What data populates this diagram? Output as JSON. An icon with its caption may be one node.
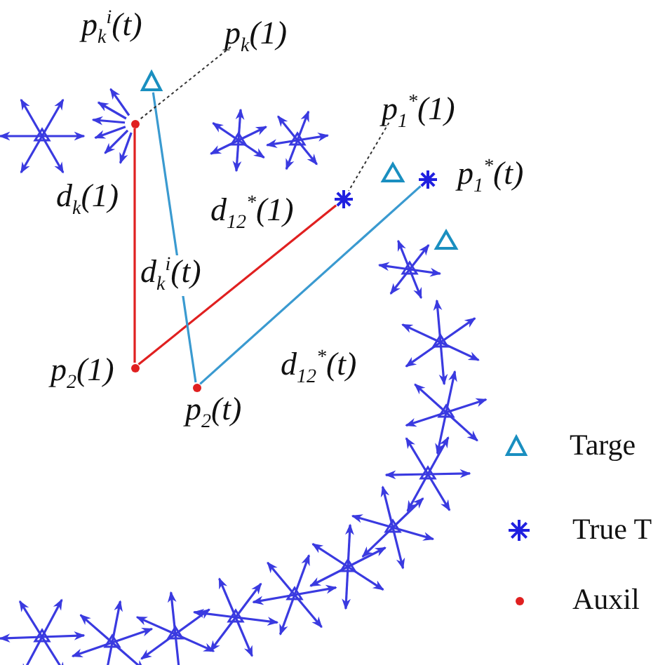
{
  "diagram": {
    "nodes": [
      {
        "text": [],
        "shape": "triangle",
        "beside": [
          "p$_{k}$$^{i}$(t)"
        ]
      },
      {
        "text": [],
        "shape": "dot"
      },
      {
        "text": [
          "p$_{k}$(1)"
        ]
      },
      {
        "text": [],
        "shape": "dot",
        "beside": [
          "p$_{2}$(1)"
        ]
      },
      {
        "text": [],
        "shape": "dot",
        "beside": [
          "p$_{2}$(t)"
        ]
      },
      {
        "text": [],
        "shape": "star"
      },
      {
        "text": [
          "p$_{1}$$^{*}$(1)"
        ]
      },
      {
        "text": [],
        "shape": "star",
        "beside": [
          "p$_{1}$$^{*}$(t)"
        ]
      }
    ],
    "edges": [
      {
        "from": 1,
        "to": 3,
        "arrow": "none",
        "label": "d$_{k}$(1)",
        "color": "#e02020"
      },
      {
        "from": 3,
        "to": 5,
        "arrow": "none",
        "label": "d$_{12}$$^{*}$(1)",
        "color": "#e02020"
      },
      {
        "from": 0,
        "to": 4,
        "arrow": "none",
        "label": "d$_{k}$$^{i}$(t)",
        "color": "#3a9ad0"
      },
      {
        "from": 4,
        "to": 7,
        "arrow": "none",
        "label": "d$_{12}$$^{*}$(t)",
        "color": "#3a9ad0"
      },
      {
        "from": 2,
        "to": 1,
        "arrow": "none",
        "style": "dashed",
        "color": "#333333"
      },
      {
        "from": 6,
        "to": 5,
        "arrow": "none",
        "style": "dashed",
        "color": "#333333"
      }
    ],
    "legend": [
      {
        "text": "Targe"
      },
      {
        "text": "True T"
      },
      {
        "text": "Auxil"
      }
    ]
  }
}
